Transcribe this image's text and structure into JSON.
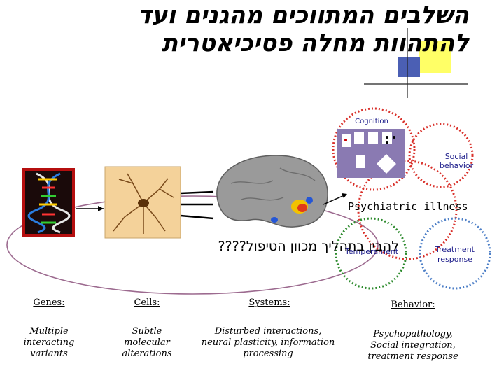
{
  "title": {
    "line1": "השלבים המתווכים מהגנים ועד",
    "line2": "להתהוות מחלה פסיכיאטרית"
  },
  "diagram": {
    "cognition": "Cognition",
    "social": "Social\nbehavior",
    "illness": "Psychiatric illness",
    "temperament": "Temperament",
    "treatment": "Treatment\nresponse",
    "question": "להבין בתהליך מכוון הטיפול????"
  },
  "columns": [
    {
      "header": "Genes:",
      "desc": "Multiple\ninteracting\nvariants"
    },
    {
      "header": "Cells:",
      "desc": "Subtle\nmolecular\nalterations"
    },
    {
      "header": "Systems:",
      "desc": "Disturbed interactions,\nneural plasticity, information\nprocessing"
    },
    {
      "header": "Behavior:",
      "desc": "Psychopathology,\nSocial integration,\ntreatment response"
    }
  ],
  "colors": {
    "accent_yellow": "#ffff66",
    "accent_blue": "#4b5fb4",
    "dna_red": "#cc1111",
    "circle_red": "#d9312b",
    "circle_green": "#2e8b2e",
    "circle_blue": "#4d7fc7",
    "ellipse_purple": "#9c6a8f"
  }
}
